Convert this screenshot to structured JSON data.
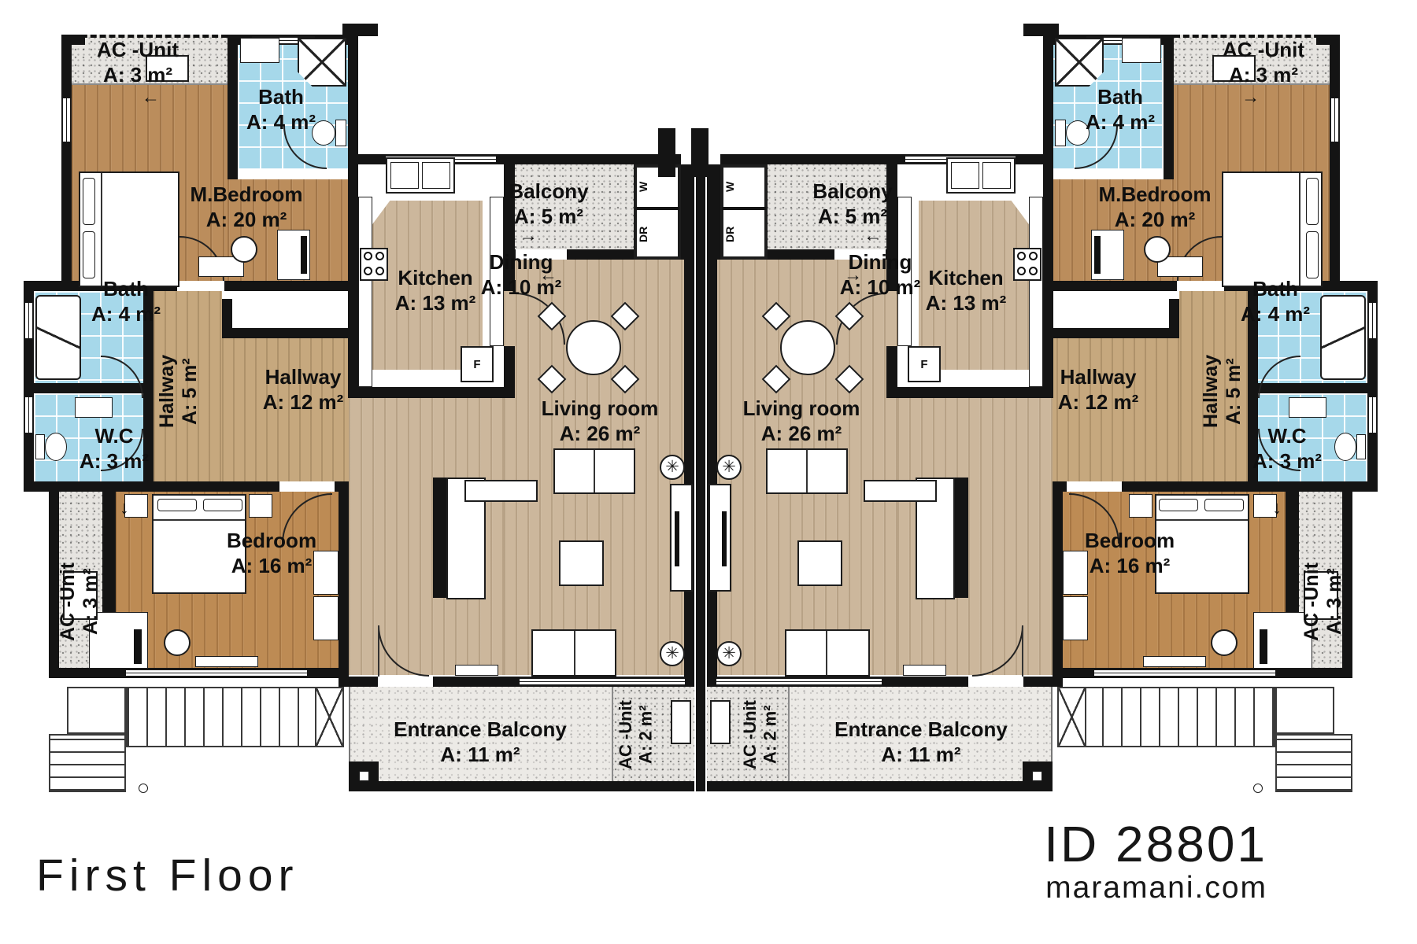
{
  "footer": {
    "floor_title": "First Floor",
    "plan_id": "ID 28801",
    "website": "maramani.com"
  },
  "rooms": {
    "ac_top": {
      "name": "AC -Unit",
      "area": "A: 3 m²"
    },
    "bath_top": {
      "name": "Bath",
      "area": "A: 4 m²"
    },
    "m_bedroom": {
      "name": "M.Bedroom",
      "area": "A: 20 m²"
    },
    "kitchen": {
      "name": "Kitchen",
      "area": "A: 13 m²"
    },
    "balcony": {
      "name": "Balcony",
      "area": "A: 5 m²"
    },
    "dining": {
      "name": "Dining",
      "area": "A: 10 m²"
    },
    "living": {
      "name": "Living room",
      "area": "A: 26 m²"
    },
    "bath_side": {
      "name": "Bath",
      "area": "A: 4 m²"
    },
    "wc": {
      "name": "W.C",
      "area": "A: 3 m²"
    },
    "hall_small": {
      "name": "Hallway",
      "area": "A: 5 m²"
    },
    "hall_main": {
      "name": "Hallway",
      "area": "A: 12 m²"
    },
    "bedroom": {
      "name": "Bedroom",
      "area": "A: 16 m²"
    },
    "ac_side": {
      "name": "AC -Unit",
      "area": "A: 3 m²"
    },
    "entrance": {
      "name": "Entrance Balcony",
      "area": "A: 11 m²"
    },
    "ac_center": {
      "name": "AC -Unit",
      "area": "A: 2 m²"
    }
  },
  "closets": {
    "washer": "W",
    "dryer": "DR"
  },
  "appliances": {
    "fridge": "F"
  },
  "palette": {
    "wall": "#141414",
    "wood_dark": "#bb8d5c",
    "wood_light": "#ccb79c",
    "wood_bedroom": "#bd8b54",
    "wood_hall": "#c6a87e",
    "tile_blue": "#a6d8ea",
    "concrete": "#e6e4e0"
  }
}
